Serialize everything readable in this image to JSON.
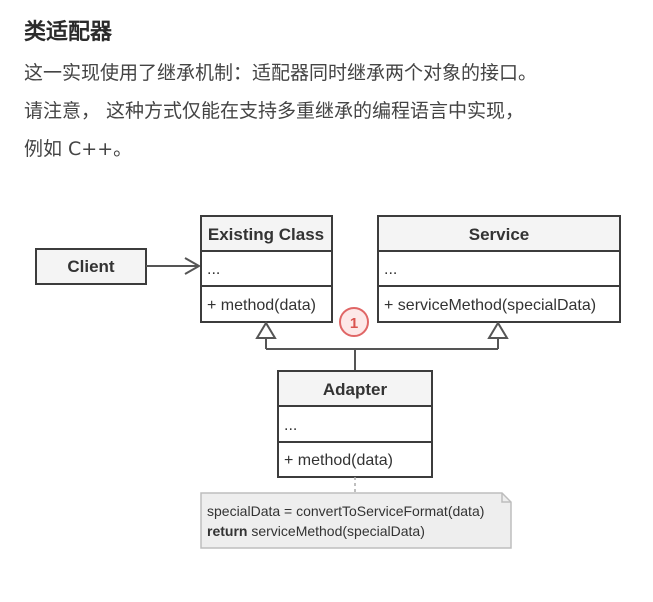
{
  "heading": "类适配器",
  "paragraph": {
    "line1": "这一实现使用了继承机制：适配器同时继承两个对象的接口。",
    "line2": "请注意， 这种方式仅能在支持多重继承的编程语言中实现，",
    "line3": "例如 C++。"
  },
  "diagram": {
    "client": {
      "name": "Client"
    },
    "existing": {
      "name": "Existing Class",
      "fields": "...",
      "method": "+ method(data)"
    },
    "service": {
      "name": "Service",
      "fields": "...",
      "method": "+ serviceMethod(specialData)"
    },
    "adapter": {
      "name": "Adapter",
      "fields": "...",
      "method": "+ method(data)"
    },
    "badge": "1",
    "note": {
      "line1": "specialData = convertToServiceFormat(data)",
      "line2_keyword": "return",
      "line2_rest": " serviceMethod(specialData)"
    },
    "colors": {
      "badge": "#e06666",
      "note_bg": "#eeeeee",
      "border": "#3c3c3c"
    }
  }
}
